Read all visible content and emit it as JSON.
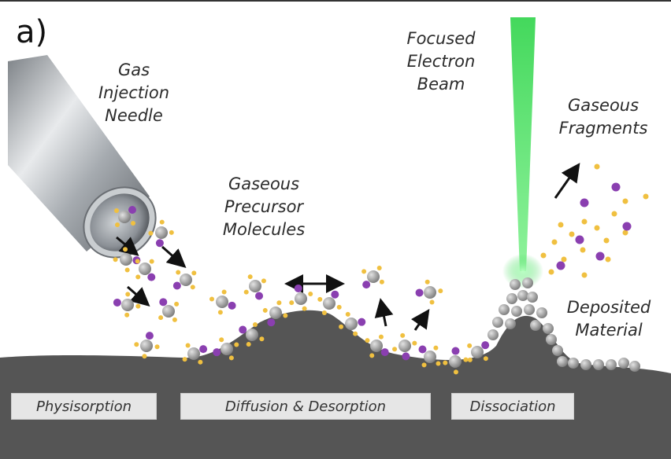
{
  "panel_label": "a)",
  "labels": {
    "gas_injection_needle": [
      "Gas",
      "Injection",
      "Needle"
    ],
    "focused_electron_beam": [
      "Focused",
      "Electron",
      "Beam"
    ],
    "gaseous_fragments": [
      "Gaseous",
      "Fragments"
    ],
    "gaseous_precursor_molecules": [
      "Gaseous",
      "Precursor",
      "Molecules"
    ],
    "deposited_material": [
      "Deposited",
      "Material"
    ]
  },
  "stages": [
    "Physisorption",
    "Diffusion & Desorption",
    "Dissociation"
  ],
  "colors": {
    "substrate": "#555555",
    "beam": "#2fd44a",
    "molecule_center": "#9a9a9a",
    "ligand_gold": "#f0c040",
    "ligand_purple": "#8a3fb0",
    "needle": "#b4b8bc",
    "stage_box": "#e6e6e6"
  }
}
